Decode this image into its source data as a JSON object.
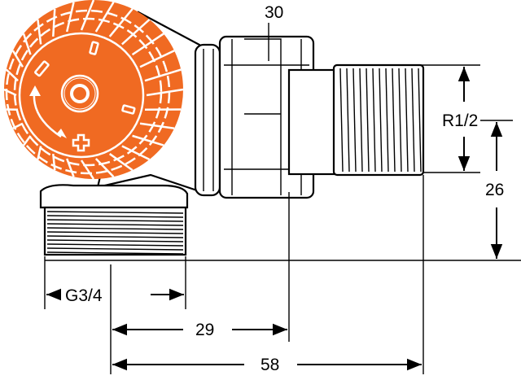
{
  "drawing": {
    "title": "Thermostatic valve angle connector dimension drawing",
    "knob_color": "#f06a22",
    "knob_symbols": [
      "-",
      "+"
    ],
    "dimensions": {
      "nut_size": "30",
      "outlet_thread": "R1/2",
      "outlet_height": "26",
      "inlet_thread": "G3/4",
      "inlet_to_nut": "29",
      "inlet_to_outlet_end": "58"
    }
  }
}
